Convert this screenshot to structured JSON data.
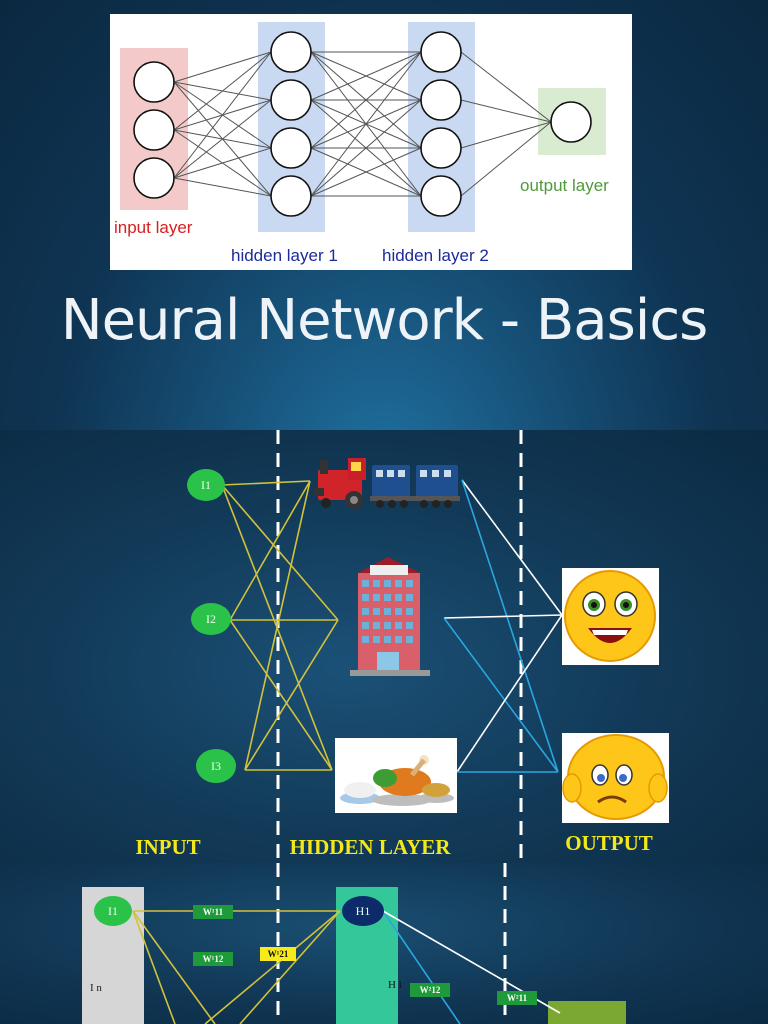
{
  "slide1": {
    "title": "Neural Network - Basics",
    "labels": {
      "input": "input layer",
      "hidden1": "hidden layer 1",
      "hidden2": "hidden layer 2",
      "output": "output layer"
    },
    "colors": {
      "input": "#d82020",
      "hidden": "#1c2a9c",
      "output": "#4e9a3a"
    }
  },
  "slide2": {
    "inputs": [
      "I1",
      "I2",
      "I3"
    ],
    "hidden_icons": [
      "train-icon",
      "hotel-icon",
      "food-icon"
    ],
    "output_icons": [
      "happy-face-icon",
      "worried-face-icon"
    ],
    "labels": {
      "input": "INPUT",
      "hidden": "HIDDEN LAYER",
      "output": "OUTPUT"
    }
  },
  "slide3": {
    "input_node": "I1",
    "hidden_node": "H1",
    "weights": [
      "W¹11",
      "W¹12",
      "W¹21",
      "W²12",
      "W²11"
    ],
    "input_column_text": "I n",
    "hidden_column_text": "H i"
  }
}
